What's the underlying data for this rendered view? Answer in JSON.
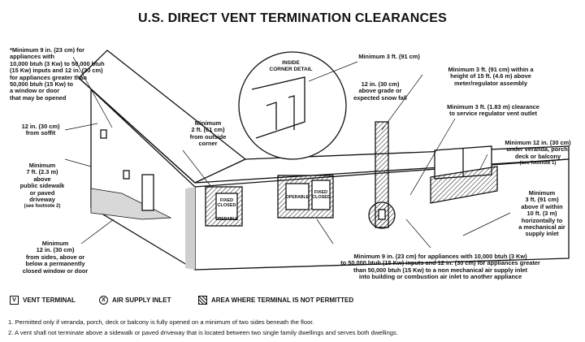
{
  "title": "U.S. DIRECT VENT TERMINATION CLEARANCES",
  "callouts": {
    "a": [
      "*Minimum 9 in. (23 cm) for appliances with",
      "10,000 btuh (3 Kw) to 50,000 btuh",
      "(15 Kw) inputs and 12 in. (30 cm)",
      "for appliances greater than",
      "50,000 btuh (15 Kw) to",
      "a window or door",
      "that may be opened"
    ],
    "inside_corner": [
      "INSIDE",
      "CORNER DETAIL"
    ],
    "min3ft": "Minimum 3 ft. (91 cm)",
    "snow": [
      "12 in. (30 cm)",
      "above grade or",
      "expected snow fall"
    ],
    "meter": [
      "Minimum 3 ft. (91 cm) within a",
      "height of 15 ft. (4.6 m) above",
      "meter/regulator assembly"
    ],
    "regulator": [
      "Minimum 3 ft. (1.83 m) clearance",
      "to service regulator vent outlet"
    ],
    "soffit": [
      "12 in. (30 cm)",
      "from soffit"
    ],
    "outside_corner": [
      "Minimum",
      "2 ft. (61 cm)",
      "from outside",
      "corner"
    ],
    "veranda": [
      "Minimum 12 in. (30 cm)",
      "under veranda, porch,",
      "deck or balcony"
    ],
    "veranda_note": "(see footnote 1)",
    "sidewalk": [
      "Minimum",
      "7 ft. (2.3 m)",
      "above",
      "public sidewalk",
      "or paved",
      "driveway"
    ],
    "sidewalk_note": "(see footnote 2)",
    "air_inlet": [
      "Minimum",
      "3 ft. (91 cm)",
      "above if within",
      "10 ft. (3 m)",
      "horizontally to",
      "a mechanical air",
      "supply inlet"
    ],
    "closed_window": [
      "Minimum",
      "12 in. (30 cm)",
      "from sides, above or",
      "below a permanently",
      "closed window or door"
    ],
    "bottom": [
      "Minimum 9 in. (23 cm) for appliances with 10,000 btuh (3 Kw)",
      "to 50,000 btuh (15 Kw) inputs and 12 in. (30 cm) for appliances greater",
      "than 50,000 btuh (15 Kw) to a non mechanical air supply inlet",
      "into building or combustion air inlet to another appliance"
    ]
  },
  "window_labels": {
    "fixed": "FIXED",
    "closed": "CLOSED",
    "operable": "OPERABLE"
  },
  "legend": {
    "vent_symbol": "V",
    "vent": "VENT TERMINAL",
    "air_symbol": "X",
    "air": "AIR SUPPLY INLET",
    "area": "AREA WHERE TERMINAL IS NOT PERMITTED"
  },
  "footnotes": [
    "1. Permitted only if veranda, porch, deck or balcony is fully opened on a minimum of two sides beneath the floor.",
    "2. A vent shall not terminate above a sidewalk or paved driveway that is located between two single family dwellings and serves both dwellings."
  ]
}
